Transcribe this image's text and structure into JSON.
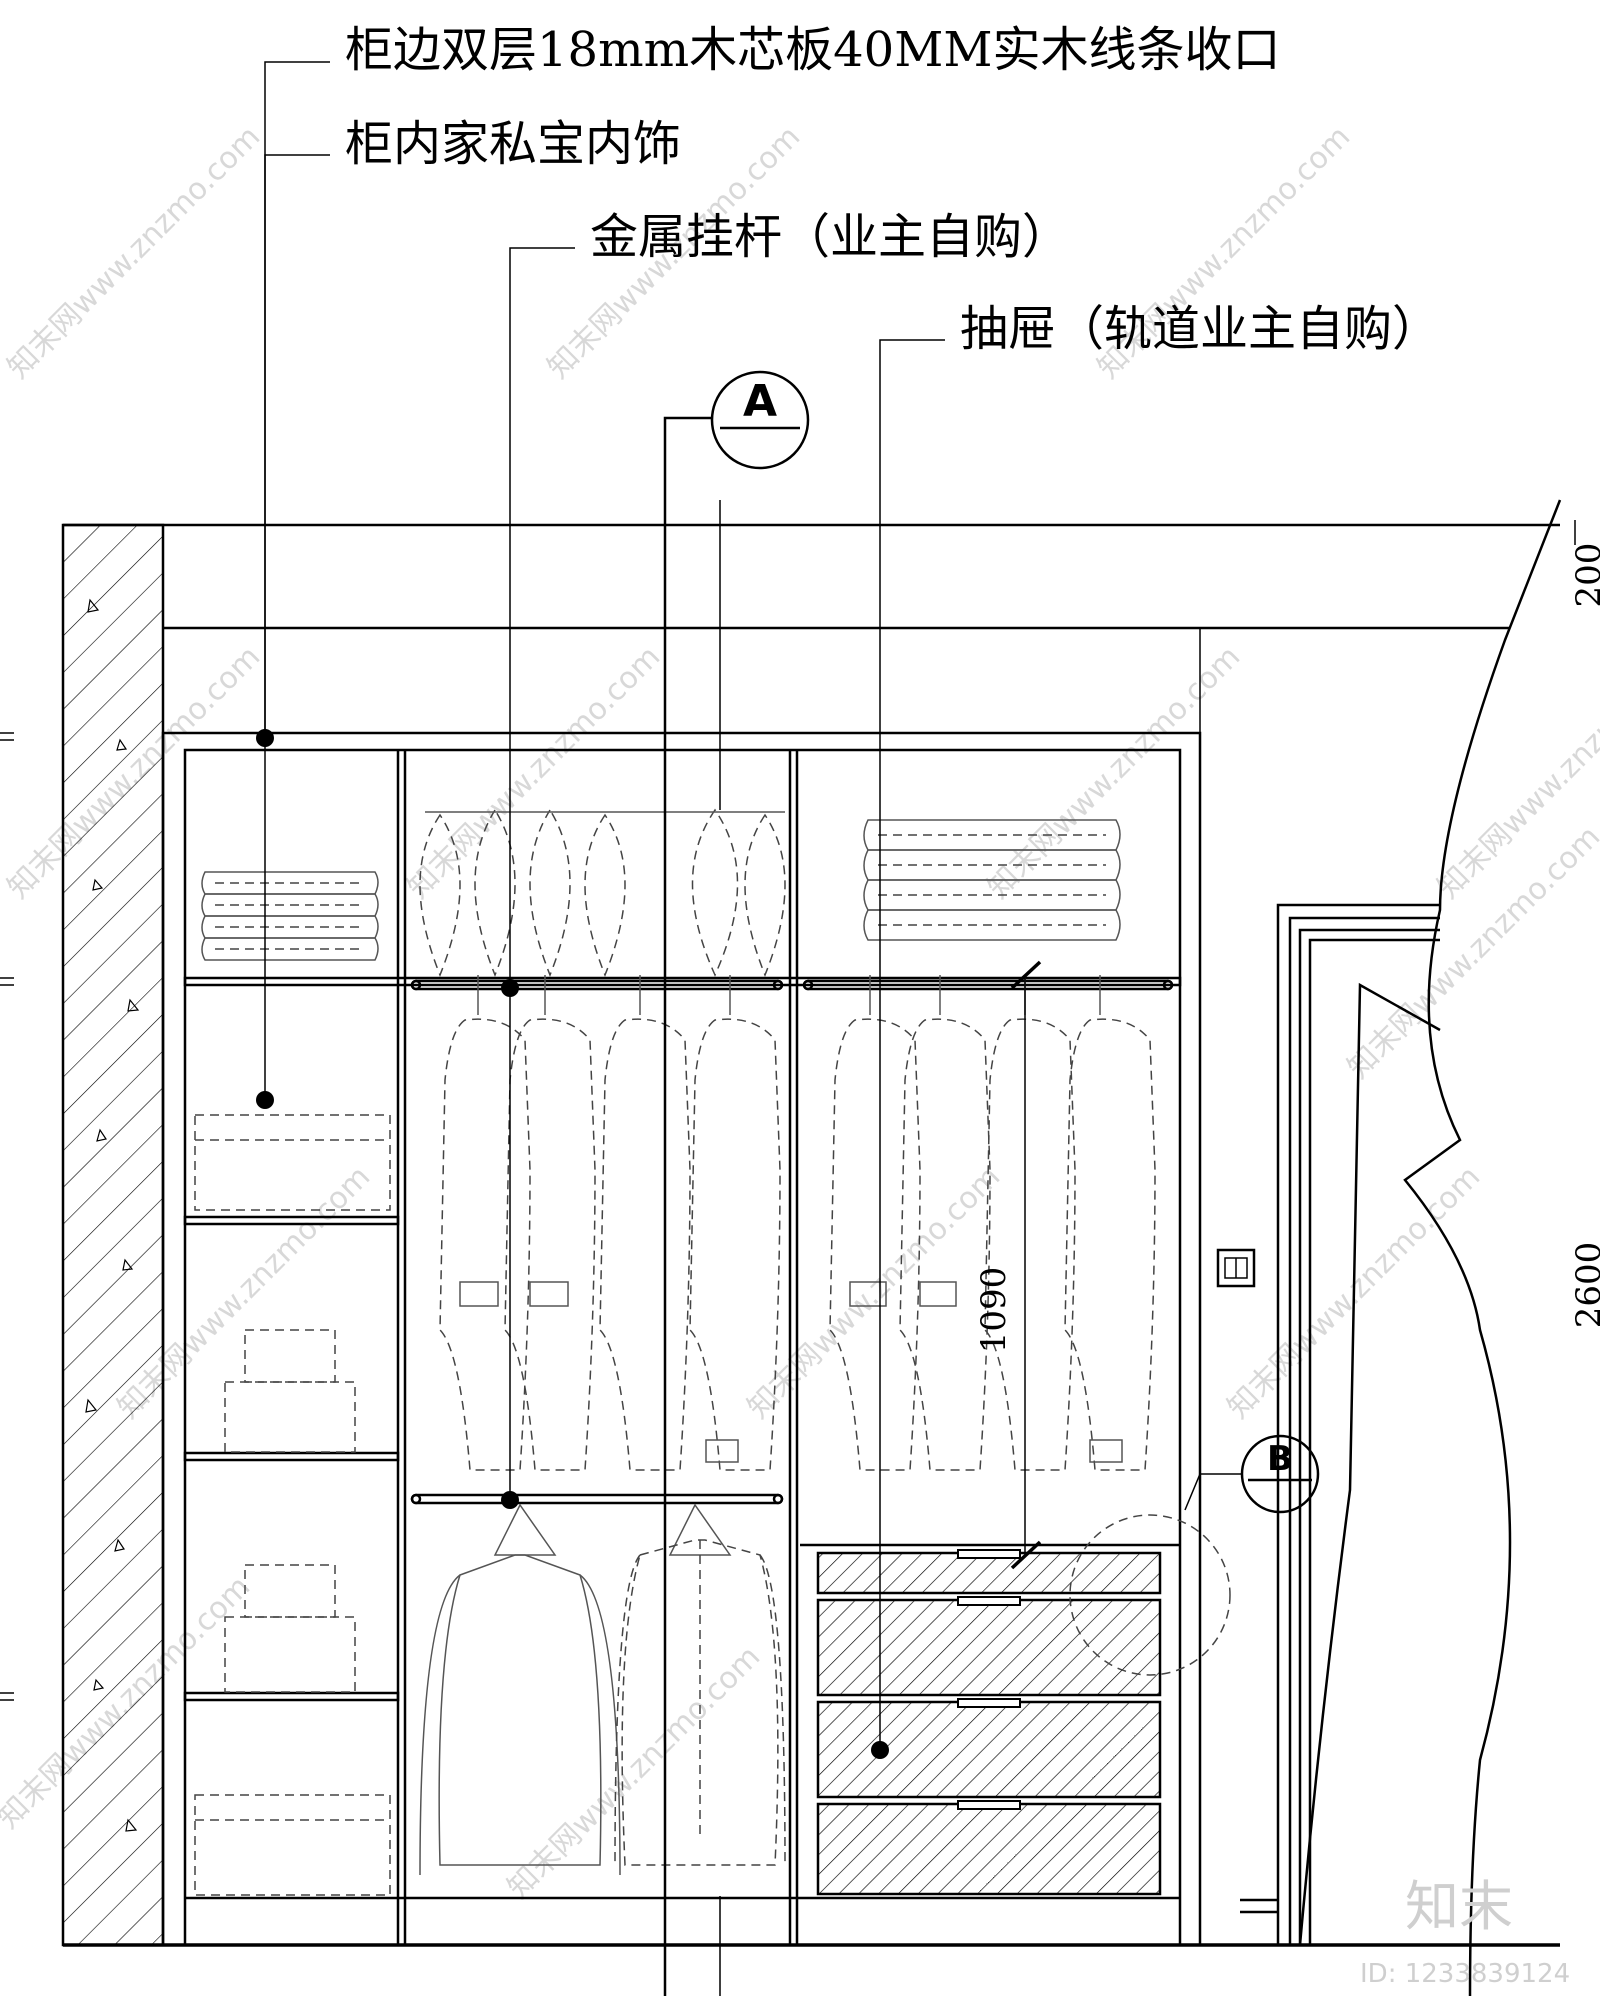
{
  "callouts": [
    {
      "text": "柜边双层18mm木芯板40MM实木线条收口"
    },
    {
      "text": "柜内家私宝内饰"
    },
    {
      "text": "金属挂杆（业主自购）"
    },
    {
      "text": "抽屉（轨道业主自购）"
    }
  ],
  "section_marks": {
    "a": "A",
    "b": "B"
  },
  "dimensions": {
    "drawer_zone": "1090",
    "top": "200",
    "height": "2600"
  },
  "watermark": {
    "site": "知末网www.znzmo.com",
    "logo": "知末",
    "id": "ID: 1233839124"
  }
}
